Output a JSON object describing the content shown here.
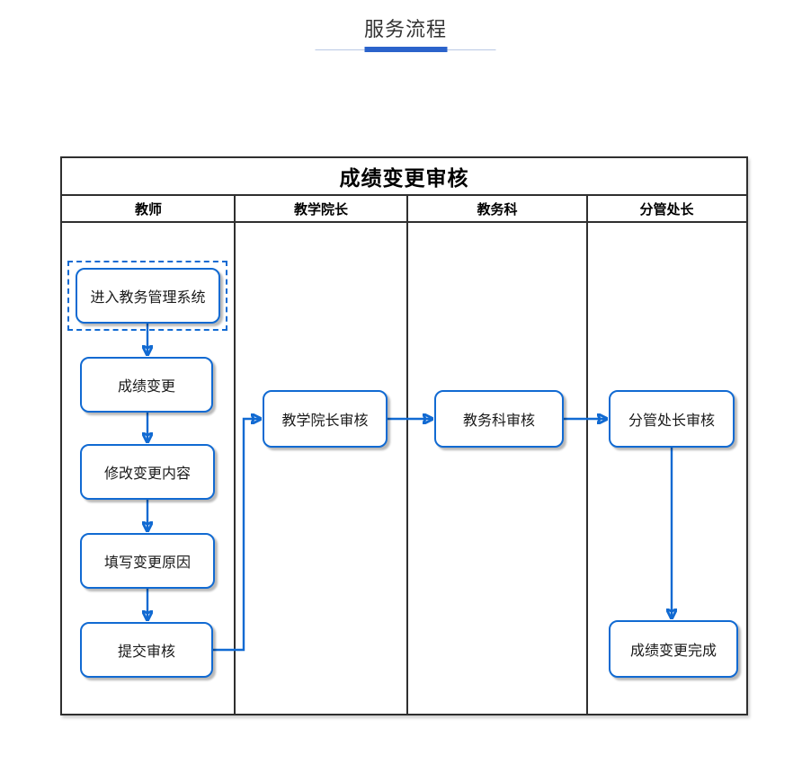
{
  "page": {
    "title": "服务流程",
    "accent_color": "#2b63cb",
    "underline_color": "#b9c9e4"
  },
  "diagram": {
    "title": "成绩变更审核",
    "border_color": "#2f2f2f",
    "node_color": "#116ad2",
    "lanes": [
      {
        "label": "教师"
      },
      {
        "label": "教学院长"
      },
      {
        "label": "教务科"
      },
      {
        "label": "分管处长"
      }
    ],
    "nodes": [
      {
        "id": "enter-system",
        "lane": "教师",
        "label": "进入教务管理系统",
        "selected": true
      },
      {
        "id": "grade-change",
        "lane": "教师",
        "label": "成绩变更"
      },
      {
        "id": "modify-content",
        "lane": "教师",
        "label": "修改变更内容"
      },
      {
        "id": "fill-reason",
        "lane": "教师",
        "label": "填写变更原因"
      },
      {
        "id": "submit-review",
        "lane": "教师",
        "label": "提交审核"
      },
      {
        "id": "dean-review",
        "lane": "教学院长",
        "label": "教学院长审核"
      },
      {
        "id": "office-review",
        "lane": "教务科",
        "label": "教务科审核"
      },
      {
        "id": "director-review",
        "lane": "分管处长",
        "label": "分管处长审核"
      },
      {
        "id": "complete",
        "lane": "分管处长",
        "label": "成绩变更完成"
      }
    ],
    "edges": [
      {
        "from": "enter-system",
        "to": "grade-change"
      },
      {
        "from": "grade-change",
        "to": "modify-content"
      },
      {
        "from": "modify-content",
        "to": "fill-reason"
      },
      {
        "from": "fill-reason",
        "to": "submit-review"
      },
      {
        "from": "submit-review",
        "to": "dean-review"
      },
      {
        "from": "dean-review",
        "to": "office-review"
      },
      {
        "from": "office-review",
        "to": "director-review"
      },
      {
        "from": "director-review",
        "to": "complete"
      }
    ]
  }
}
